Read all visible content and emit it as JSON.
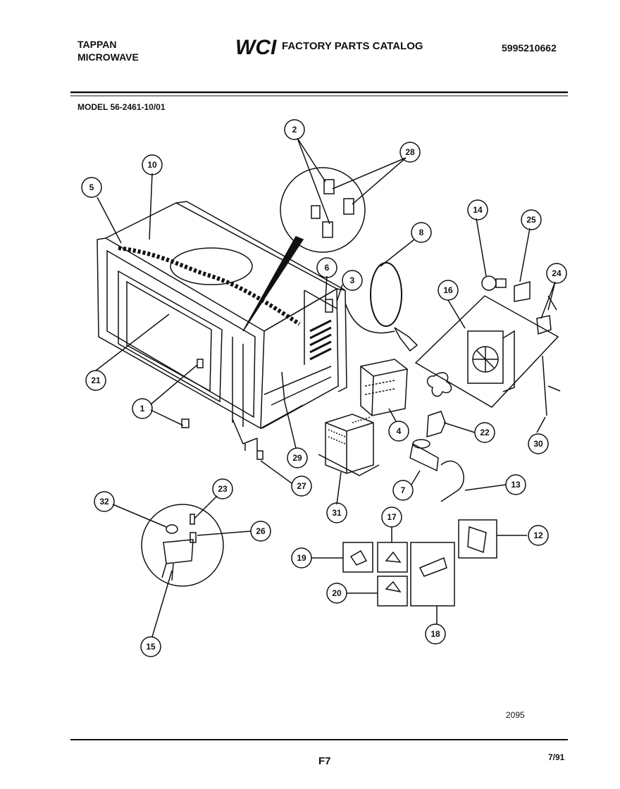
{
  "header": {
    "brand_line1": "TAPPAN",
    "brand_line2": "MICROWAVE",
    "logo_text": "WCI",
    "catalog_title": "FACTORY PARTS CATALOG",
    "catalog_number": "5995210662"
  },
  "model_label": "MODEL 56-2461-10/01",
  "part_callouts": [
    "1",
    "2",
    "3",
    "4",
    "5",
    "6",
    "7",
    "8",
    "10",
    "12",
    "13",
    "14",
    "15",
    "16",
    "17",
    "18",
    "19",
    "20",
    "21",
    "22",
    "23",
    "24",
    "25",
    "26",
    "27",
    "28",
    "29",
    "30",
    "31",
    "32"
  ],
  "footer": {
    "drawing_number": "2095",
    "page_number": "F7",
    "date_code": "7/91"
  }
}
